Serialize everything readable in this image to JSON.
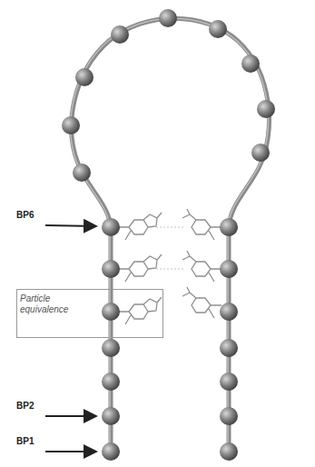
{
  "diagram": {
    "nodes": [
      {
        "text": [
          "Particle equivalence"
        ]
      }
    ],
    "labels": [
      "BP6",
      "BP2",
      "BP1"
    ]
  }
}
